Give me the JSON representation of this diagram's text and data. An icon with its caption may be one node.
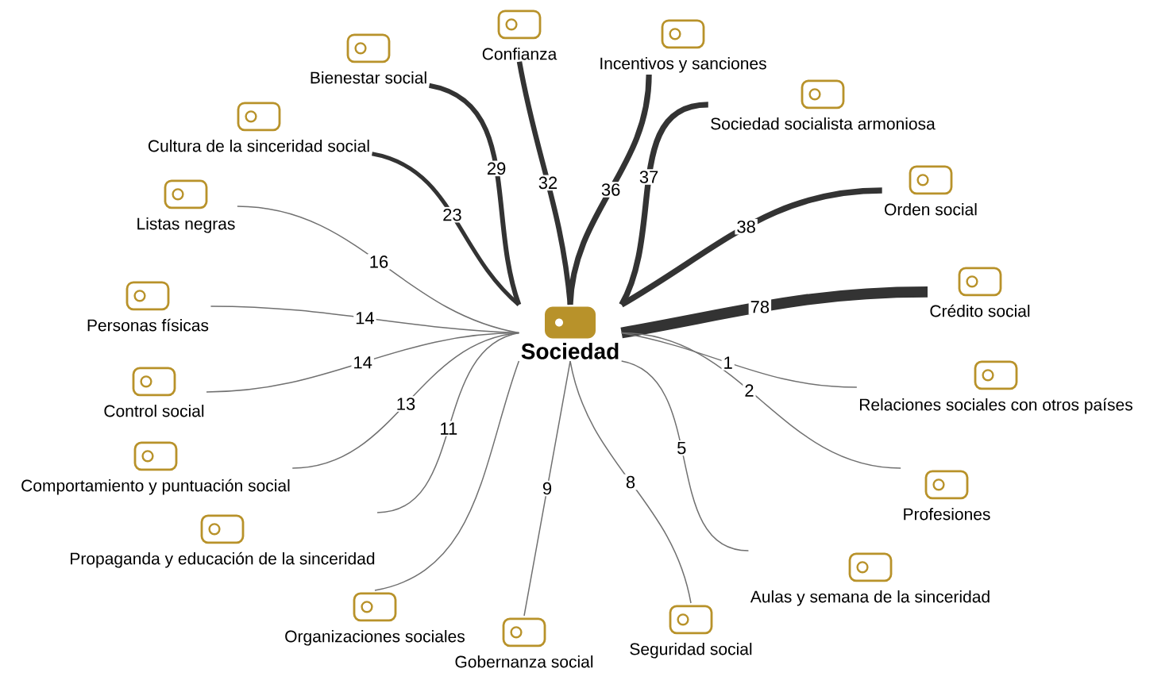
{
  "diagram": {
    "nodes": [
      {
        "text": [
          "Sociedad"
        ]
      },
      {
        "text": [
          "Bienestar social"
        ]
      },
      {
        "text": [
          "Confianza"
        ]
      },
      {
        "text": [
          "Incentivos y sanciones"
        ]
      },
      {
        "text": [
          "Sociedad socialista armoniosa"
        ]
      },
      {
        "text": [
          "Orden social"
        ]
      },
      {
        "text": [
          "Crédito social"
        ]
      },
      {
        "text": [
          "Relaciones sociales con otros países"
        ]
      },
      {
        "text": [
          "Profesiones"
        ]
      },
      {
        "text": [
          "Aulas y semana de la sinceridad"
        ]
      },
      {
        "text": [
          "Seguridad social"
        ]
      },
      {
        "text": [
          "Gobernanza social"
        ]
      },
      {
        "text": [
          "Organizaciones sociales"
        ]
      },
      {
        "text": [
          "Propaganda y educación de la sinceridad"
        ]
      },
      {
        "text": [
          "Comportamiento y puntuación social"
        ]
      },
      {
        "text": [
          "Control social"
        ]
      },
      {
        "text": [
          "Personas físicas"
        ]
      },
      {
        "text": [
          "Listas negras"
        ]
      },
      {
        "text": [
          "Cultura de la sinceridad social"
        ]
      }
    ],
    "edges": [
      {
        "from": 0,
        "to": 1,
        "arrow": "none",
        "label": "29",
        "style": "thick",
        "color": "#333333"
      },
      {
        "from": 0,
        "to": 2,
        "arrow": "none",
        "label": "32",
        "style": "thick",
        "color": "#333333"
      },
      {
        "from": 0,
        "to": 3,
        "arrow": "none",
        "label": "36",
        "style": "thick",
        "color": "#333333"
      },
      {
        "from": 0,
        "to": 4,
        "arrow": "none",
        "label": "37",
        "style": "thick",
        "color": "#333333"
      },
      {
        "from": 0,
        "to": 5,
        "arrow": "none",
        "label": "38",
        "style": "thick",
        "color": "#333333"
      },
      {
        "from": 0,
        "to": 6,
        "arrow": "none",
        "label": "78",
        "style": "thick",
        "color": "#333333"
      },
      {
        "from": 0,
        "to": 7,
        "arrow": "none",
        "label": "1"
      },
      {
        "from": 0,
        "to": 8,
        "arrow": "none",
        "label": "2"
      },
      {
        "from": 0,
        "to": 9,
        "arrow": "none",
        "label": "5"
      },
      {
        "from": 0,
        "to": 10,
        "arrow": "none",
        "label": "8"
      },
      {
        "from": 0,
        "to": 11,
        "arrow": "none",
        "label": "9"
      },
      {
        "from": 0,
        "to": 12,
        "arrow": "none"
      },
      {
        "from": 0,
        "to": 13,
        "arrow": "none",
        "label": "11"
      },
      {
        "from": 0,
        "to": 14,
        "arrow": "none",
        "label": "13"
      },
      {
        "from": 0,
        "to": 15,
        "arrow": "none",
        "label": "14"
      },
      {
        "from": 0,
        "to": 16,
        "arrow": "none",
        "label": "14"
      },
      {
        "from": 0,
        "to": 17,
        "arrow": "none",
        "label": "16"
      },
      {
        "from": 0,
        "to": 18,
        "arrow": "none",
        "label": "23",
        "style": "thick",
        "color": "#333333"
      }
    ]
  }
}
